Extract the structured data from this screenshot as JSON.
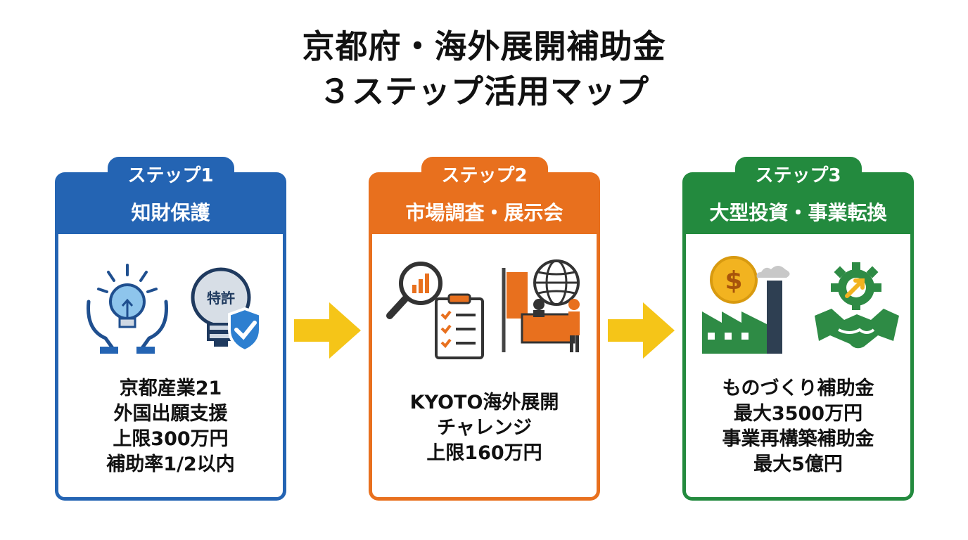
{
  "title": {
    "line1": "京都府・海外展開補助金",
    "line2": "３ステップ活用マップ"
  },
  "colors": {
    "step1": "#2464b3",
    "step2": "#e8701e",
    "step3": "#238a3e",
    "arrow": "#f5c518"
  },
  "steps": [
    {
      "label": "ステップ1",
      "name": "知財保護",
      "icons": [
        "hands-lightbulb-icon",
        "patent-bulb-shield-icon"
      ],
      "icon_text": "特許",
      "lines": [
        "京都産業21",
        "外国出願支援",
        "上限300万円",
        "補助率1/2以内"
      ]
    },
    {
      "label": "ステップ2",
      "name": "市場調査・展示会",
      "icons": [
        "magnifier-chart-icon",
        "checklist-clipboard-icon",
        "globe-icon",
        "exhibition-booth-icon"
      ],
      "lines": [
        "KYOTO海外展開",
        "チャレンジ",
        "上限160万円"
      ]
    },
    {
      "label": "ステップ3",
      "name": "大型投資・事業転換",
      "icons": [
        "dollar-coin-icon",
        "factory-icon",
        "gear-handshake-icon"
      ],
      "icon_text": "$",
      "lines": [
        "ものづくり補助金",
        "最大3500万円",
        "事業再構築補助金",
        "最大5億円"
      ]
    }
  ]
}
